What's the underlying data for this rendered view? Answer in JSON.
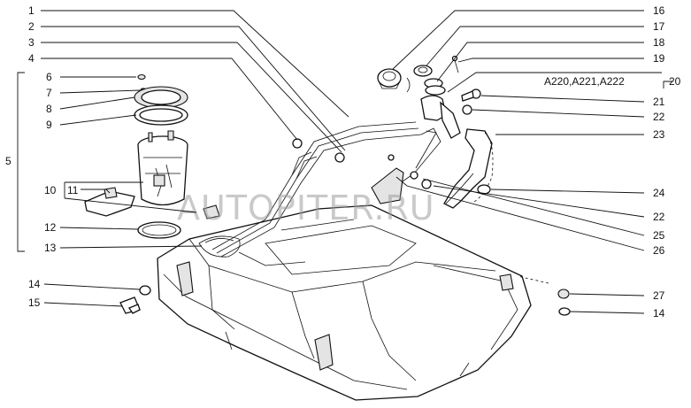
{
  "diagram": {
    "watermark": "AUTOPITER.RU",
    "group_label": "A220,A221,A222",
    "left_labels": [
      "1",
      "2",
      "3",
      "4",
      "5",
      "6",
      "7",
      "8",
      "9",
      "10",
      "11",
      "12",
      "13",
      "14",
      "15"
    ],
    "right_labels": [
      "16",
      "17",
      "18",
      "19",
      "20",
      "21",
      "22",
      "23",
      "24",
      "22",
      "25",
      "26",
      "27",
      "14"
    ]
  }
}
